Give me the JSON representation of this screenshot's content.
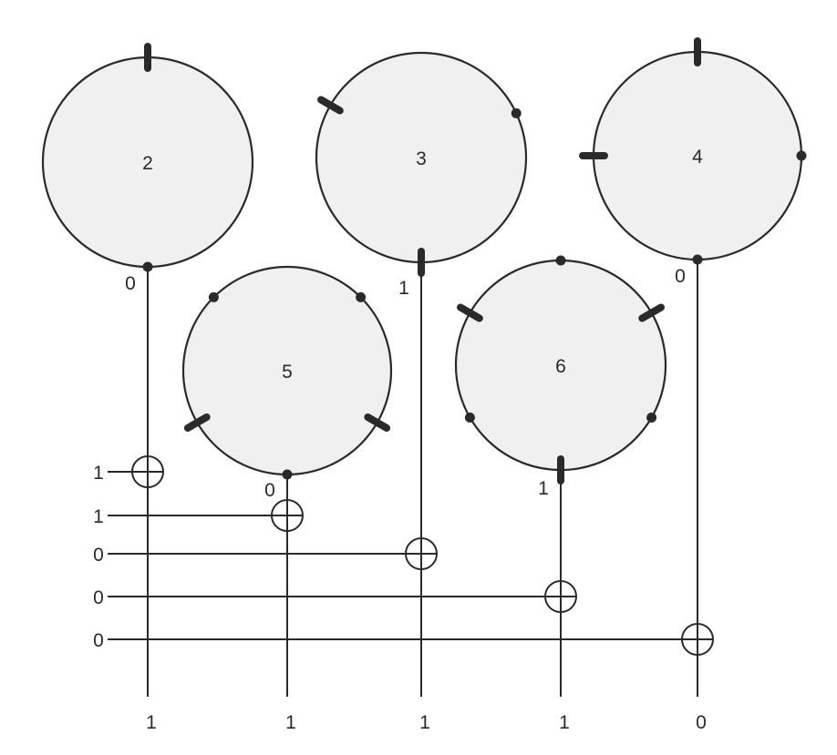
{
  "wheels": [
    {
      "number": "2",
      "start_bit": "0",
      "marks": [
        {
          "angle": 0,
          "kind": "bar"
        },
        {
          "angle": 180,
          "kind": "dot"
        }
      ]
    },
    {
      "number": "3",
      "start_bit": "1",
      "marks": [
        {
          "angle": 300,
          "kind": "bar"
        },
        {
          "angle": 65,
          "kind": "dot"
        },
        {
          "angle": 180,
          "kind": "bar"
        }
      ]
    },
    {
      "number": "4",
      "start_bit": "0",
      "marks": [
        {
          "angle": 0,
          "kind": "bar"
        },
        {
          "angle": 90,
          "kind": "dot"
        },
        {
          "angle": 180,
          "kind": "dot"
        },
        {
          "angle": 270,
          "kind": "bar"
        }
      ]
    },
    {
      "number": "5",
      "start_bit": "0",
      "marks": [
        {
          "angle": 315,
          "kind": "dot"
        },
        {
          "angle": 45,
          "kind": "dot"
        },
        {
          "angle": 120,
          "kind": "bar"
        },
        {
          "angle": 180,
          "kind": "dot"
        },
        {
          "angle": 240,
          "kind": "bar"
        }
      ]
    },
    {
      "number": "6",
      "start_bit": "1",
      "marks": [
        {
          "angle": 0,
          "kind": "dot"
        },
        {
          "angle": 60,
          "kind": "bar"
        },
        {
          "angle": 120,
          "kind": "dot"
        },
        {
          "angle": 180,
          "kind": "bar"
        },
        {
          "angle": 240,
          "kind": "dot"
        },
        {
          "angle": 300,
          "kind": "bar"
        }
      ]
    }
  ],
  "inputs": [
    "1",
    "1",
    "0",
    "0",
    "0"
  ],
  "outputs": [
    "1",
    "1",
    "1",
    "1",
    "0"
  ]
}
